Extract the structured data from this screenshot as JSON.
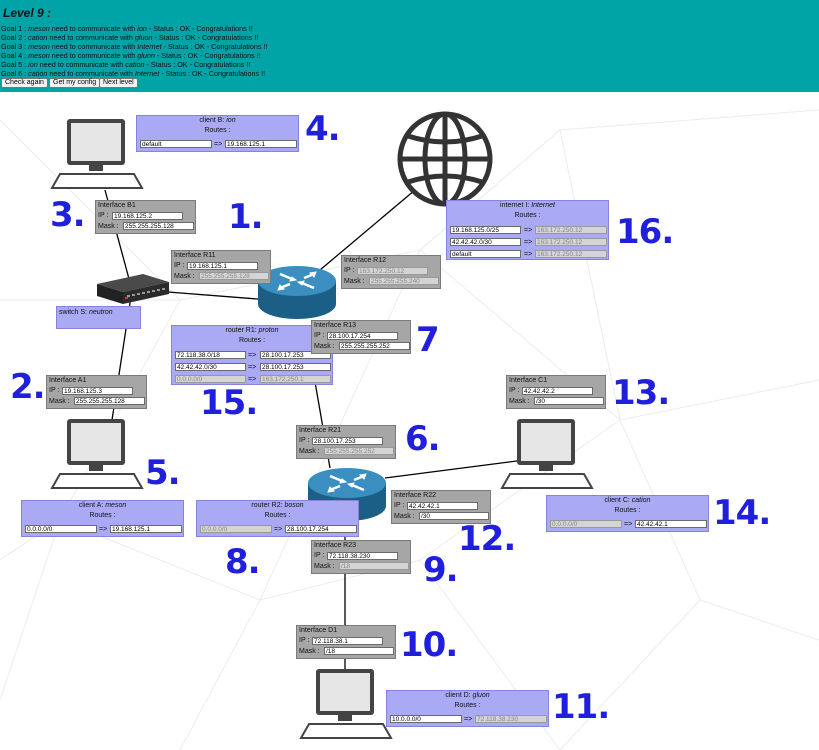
{
  "header": {
    "title": "Level 9 :",
    "goals": [
      {
        "prefix": "Goal 1 : ",
        "a": "meson",
        "mid": " need to communicate with ",
        "b": "ion",
        "suffix": " - Status : OK - Congratulations !!"
      },
      {
        "prefix": "Goal 2 : ",
        "a": "cation",
        "mid": " need to communicate with ",
        "b": "gluon",
        "suffix": " - Status : OK - Congratulations !!"
      },
      {
        "prefix": "Goal 3 : ",
        "a": "meson",
        "mid": " need to communicate with ",
        "b": "Internet",
        "suffix": " - Status : OK - Congratulations !!"
      },
      {
        "prefix": "Goal 4 : ",
        "a": "meson",
        "mid": " need to communicate with ",
        "b": "gluon",
        "suffix": " - Status : OK - Congratulations !!"
      },
      {
        "prefix": "Goal 5 : ",
        "a": "ion",
        "mid": " need to communicate with ",
        "b": "cation",
        "suffix": " - Status : OK - Congratulations !!"
      },
      {
        "prefix": "Goal 6 : ",
        "a": "cation",
        "mid": " need to communicate with ",
        "b": "Internet",
        "suffix": " - Status : OK - Congratulations !!"
      }
    ],
    "buttons": {
      "check": "Check again",
      "config": "Get my config",
      "next": "Next level"
    }
  },
  "common": {
    "ip": "IP :",
    "mask": "Mask :",
    "routes": "Routes :",
    "arrow": "=>"
  },
  "clientB": {
    "title": "client B: ",
    "name": "ion",
    "routes": [
      {
        "dest": "default",
        "gw": "19.168.125.1"
      }
    ]
  },
  "ifB1": {
    "title": "Interface B1",
    "ip": "19.168.125.2",
    "mask": "255.255.255.128"
  },
  "ifR11": {
    "title": "Interface R11",
    "ip": "19.168.125.1",
    "mask": "255.255.255.128"
  },
  "ifR12": {
    "title": "Interface R12",
    "ip": "163.172.250.12",
    "mask": "255.255.255.240"
  },
  "switchS": {
    "title": "switch S: ",
    "name": "neutron"
  },
  "routerR1": {
    "title": "router R1: ",
    "name": "proton",
    "routes": [
      {
        "dest": "72.118.38.0/18",
        "gw": "28.100.17.253"
      },
      {
        "dest": "42.42.42.0/30",
        "gw": "28.100.17.253"
      },
      {
        "dest": "0.0.0.0/0",
        "gw": "163.172.250.1"
      }
    ]
  },
  "ifR13": {
    "title": "Interface R13",
    "ip": "28.100.17.254",
    "mask": "255.255.255.252"
  },
  "internet": {
    "title": "internet I: ",
    "name": "Internet",
    "routes": [
      {
        "dest": "19.168.125.0/25",
        "gw": "163.172.250.12"
      },
      {
        "dest": "42.42.42.0/30",
        "gw": "163.172.250.12"
      },
      {
        "dest": "default",
        "gw": "163.172.250.12"
      }
    ]
  },
  "ifA1": {
    "title": "Interface A1",
    "ip": "19.168.125.3",
    "mask": "255.255.255.128"
  },
  "ifC1": {
    "title": "Interface C1",
    "ip": "42.42.42.2",
    "mask": "/30"
  },
  "ifR21": {
    "title": "Interface R21",
    "ip": "28.100.17.253",
    "mask": "255.255.255.252"
  },
  "ifR22": {
    "title": "Interface R22",
    "ip": "42.42.42.1",
    "mask": "/30"
  },
  "clientA": {
    "title": "client A: ",
    "name": "meson",
    "routes": [
      {
        "dest": "0.0.0.0/0",
        "gw": "19.168.125.1"
      }
    ]
  },
  "routerR2": {
    "title": "router R2: ",
    "name": "boson",
    "routes": [
      {
        "dest": "0.0.0.0/0",
        "gw": "28.100.17.254"
      }
    ]
  },
  "clientC": {
    "title": "client C: ",
    "name": "cation",
    "routes": [
      {
        "dest": "0.0.0.0/0",
        "gw": "42.42.42.1"
      }
    ]
  },
  "ifR23": {
    "title": "Interface R23",
    "ip": "72.118.38.230",
    "mask": "/18"
  },
  "ifD1": {
    "title": "Interface D1",
    "ip": "72.118.38.1",
    "mask": "/18"
  },
  "clientD": {
    "title": "client D: ",
    "name": "gluon",
    "routes": [
      {
        "dest": "10.0.0.0/0",
        "gw": "72.118.38.230"
      }
    ]
  },
  "annotations": [
    "1.",
    "2.",
    "3.",
    "4.",
    "5.",
    "6.",
    "7",
    "8.",
    "9.",
    "10.",
    "11.",
    "12.",
    "13.",
    "14.",
    "15.",
    "16."
  ],
  "colors": {
    "header": "#00a3a6",
    "client_box": "#a9a9f4",
    "interface_box": "#a6a6a6",
    "annotation": "#1f1fdc"
  },
  "icons": {
    "computer": "computer-icon",
    "switch": "switch-icon",
    "router": "router-icon",
    "globe": "globe-icon"
  }
}
